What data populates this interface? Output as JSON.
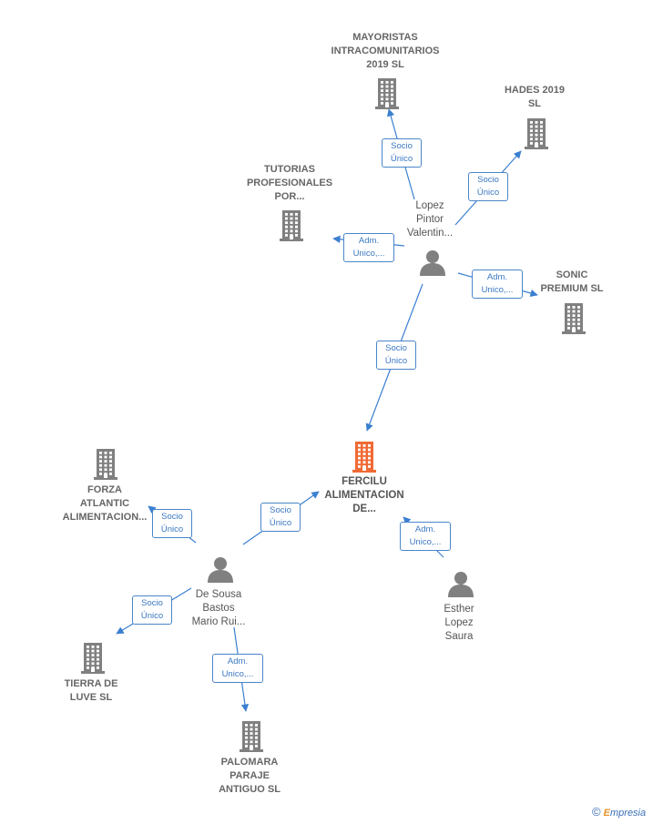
{
  "nodes": {
    "mayoristas": {
      "label_lines": [
        "MAYORISTAS",
        "INTRACOMUNITARIOS",
        "2019  SL"
      ],
      "kind": "company"
    },
    "hades": {
      "label_lines": [
        "HADES 2019",
        "SL"
      ],
      "kind": "company"
    },
    "tutorias": {
      "label_lines": [
        "TUTORIAS",
        "PROFESIONALES",
        "POR..."
      ],
      "kind": "company"
    },
    "lopez": {
      "label_lines": [
        "Lopez",
        "Pintor",
        "Valentin..."
      ],
      "kind": "person"
    },
    "sonic": {
      "label_lines": [
        "SONIC",
        "PREMIUM  SL"
      ],
      "kind": "company"
    },
    "fercilu": {
      "label_lines": [
        "FERCILU",
        "ALIMENTACION",
        "DE..."
      ],
      "kind": "company-main"
    },
    "forza": {
      "label_lines": [
        "FORZA",
        "ATLANTIC",
        "ALIMENTACION..."
      ],
      "kind": "company"
    },
    "desousa": {
      "label_lines": [
        "De Sousa",
        "Bastos",
        "Mario Rui..."
      ],
      "kind": "person"
    },
    "esther": {
      "label_lines": [
        "Esther",
        "Lopez",
        "Saura"
      ],
      "kind": "person"
    },
    "tierra": {
      "label_lines": [
        "TIERRA DE",
        "LUVE  SL"
      ],
      "kind": "company"
    },
    "palomara": {
      "label_lines": [
        "PALOMARA",
        "PARAJE",
        "ANTIGUO  SL"
      ],
      "kind": "company"
    }
  },
  "edges": [
    {
      "id": "lopez-mayoristas",
      "label_lines": [
        "Socio",
        "Único"
      ]
    },
    {
      "id": "lopez-hades",
      "label_lines": [
        "Socio",
        "Único"
      ]
    },
    {
      "id": "lopez-tutorias",
      "label_lines": [
        "Adm.",
        "Unico,..."
      ]
    },
    {
      "id": "lopez-sonic",
      "label_lines": [
        "Adm.",
        "Unico,..."
      ]
    },
    {
      "id": "lopez-fercilu",
      "label_lines": [
        "Socio",
        "Único"
      ]
    },
    {
      "id": "desousa-forza",
      "label_lines": [
        "Socio",
        "Único"
      ]
    },
    {
      "id": "desousa-fercilu",
      "label_lines": [
        "Socio",
        "Único"
      ]
    },
    {
      "id": "esther-fercilu",
      "label_lines": [
        "Adm.",
        "Unico,..."
      ]
    },
    {
      "id": "desousa-tierra",
      "label_lines": [
        "Socio",
        "Único"
      ]
    },
    {
      "id": "desousa-palomara",
      "label_lines": [
        "Adm.",
        "Unico,..."
      ]
    }
  ],
  "colors": {
    "company": "#808080",
    "company_main": "#f06a35",
    "person": "#808080",
    "edge": "#3a7fd0"
  },
  "icons": {
    "company": "building-icon",
    "person": "person-icon"
  },
  "credit": {
    "symbol": "©",
    "brand_initial": "E",
    "brand_rest": "mpresia"
  }
}
